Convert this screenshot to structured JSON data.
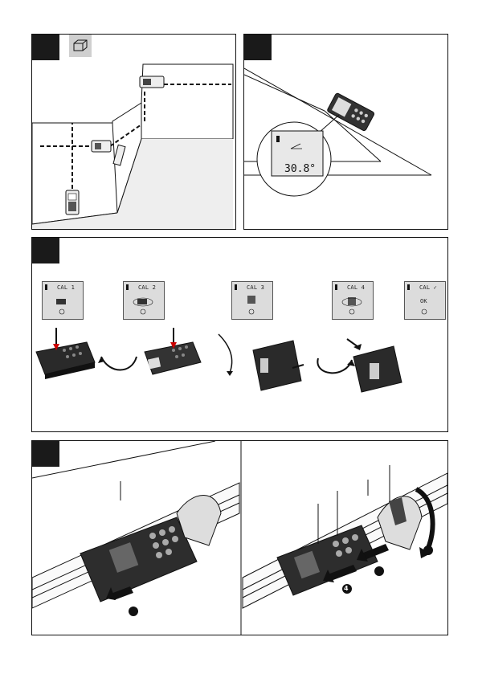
{
  "panels": {
    "top_left": {
      "icon": "wall-area-icon"
    },
    "top_right": {
      "display_reading": "30.8°"
    },
    "middle": {
      "screens": [
        {
          "label": "CAL 1",
          "inner": ""
        },
        {
          "label": "CAL 2",
          "inner": ""
        },
        {
          "label": "CAL 3",
          "inner": ""
        },
        {
          "label": "CAL 4",
          "inner": ""
        },
        {
          "label": "CAL ✓",
          "inner": "OK"
        }
      ]
    },
    "bottom": {
      "left_step_badge": "",
      "right_step_badges": [
        "",
        "4",
        ""
      ]
    }
  }
}
